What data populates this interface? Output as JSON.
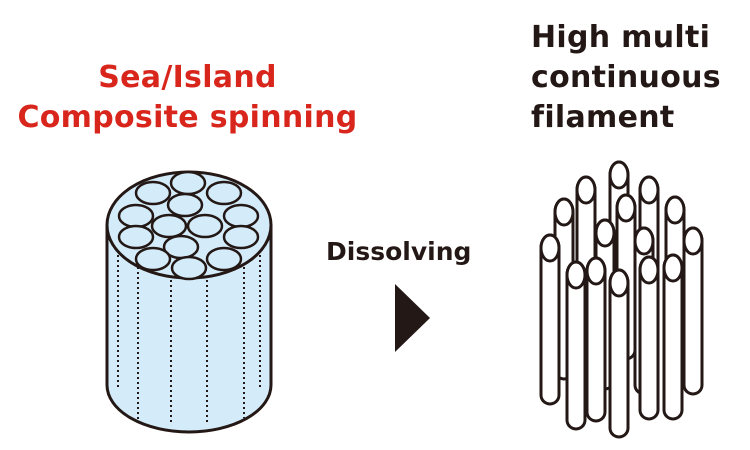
{
  "left": {
    "title_line1": "Sea/Island",
    "title_line2": "Composite spinning",
    "title_color": "#d9261c",
    "illustration": "sea-island-composite-fiber-cylinder",
    "fill_color": "#d4ecf9"
  },
  "process": {
    "label": "Dissolving",
    "arrow_icon": "right-triangle-arrow"
  },
  "right": {
    "title_line1": "High multi",
    "title_line2": "continuous",
    "title_line3": "filament",
    "title_color": "#231815",
    "illustration": "separated-filament-bundle"
  },
  "colors": {
    "outline": "#231815",
    "background": "#ffffff"
  }
}
